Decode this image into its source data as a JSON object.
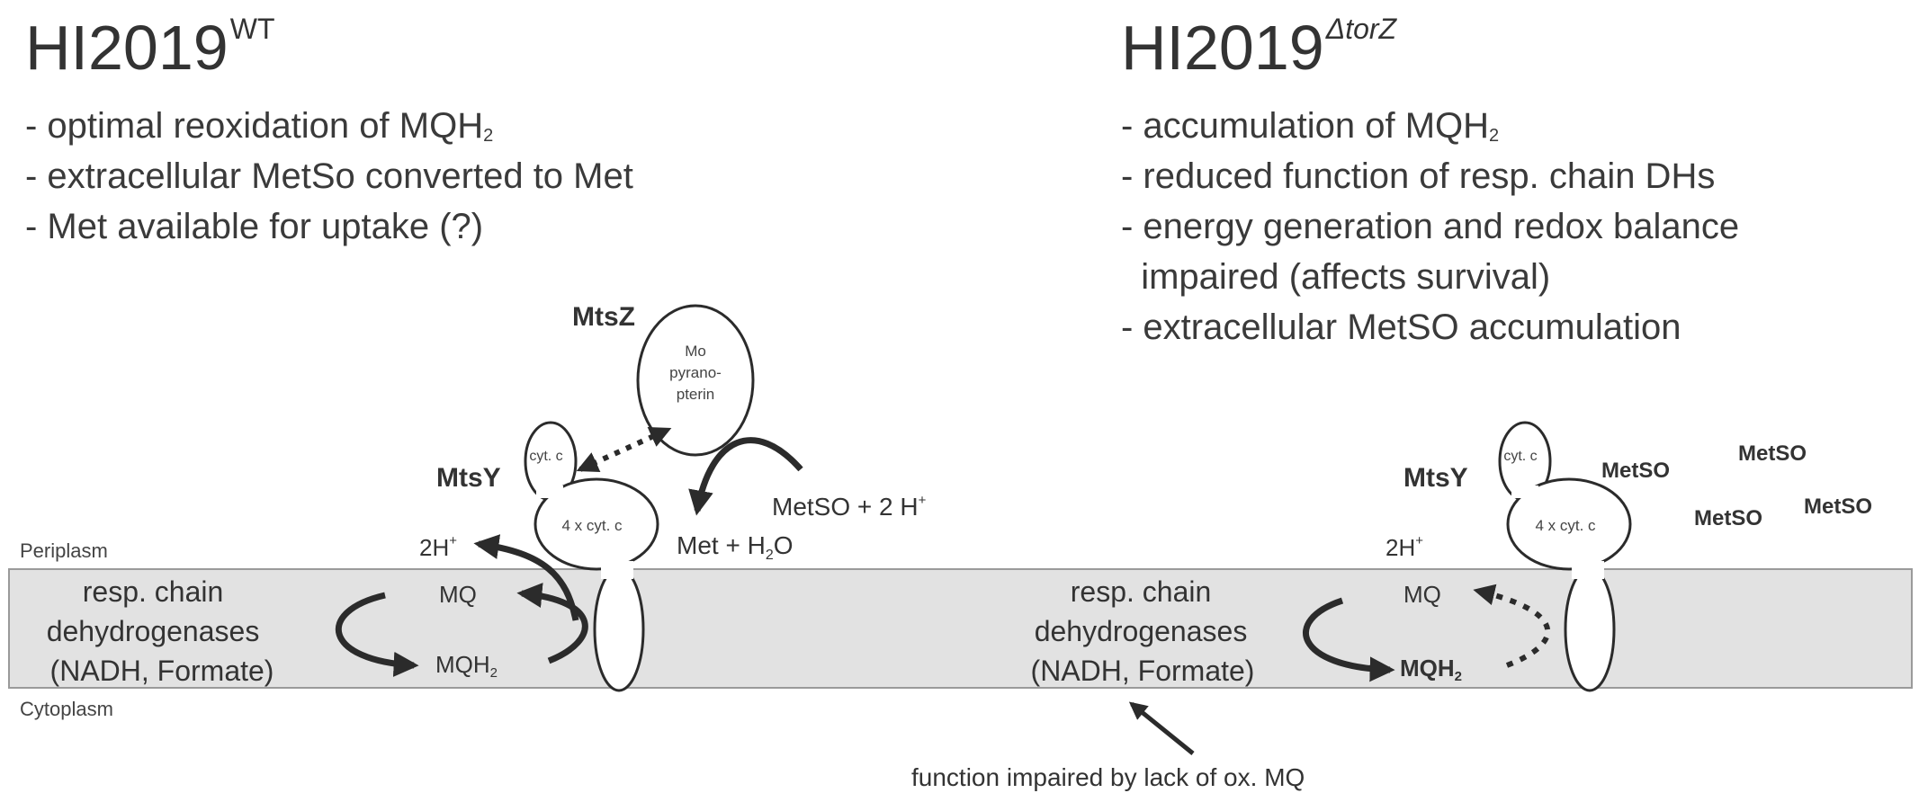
{
  "left_panel": {
    "title": "HI2019",
    "title_sup": "WT",
    "bullets": {
      "b1": "- optimal reoxidation of MQH",
      "b1_sub": "2",
      "b2": "- extracellular MetSo converted to Met",
      "b3": "- Met available for uptake (?)"
    },
    "labels": {
      "mtsz": "MtsZ",
      "mo_line1": "Mo",
      "mo_line2": "pyrano-",
      "mo_line3": "pterin",
      "mtsy": "MtsY",
      "cytc_small": "cyt. c",
      "cytc_4x": "4 x cyt. c",
      "metso_2h": "MetSO + 2 H",
      "metso_2h_sup": "+",
      "met_h2o_a": "Met + H",
      "met_h2o_sub": "2",
      "met_h2o_b": "O",
      "h2_a": "2H",
      "h2_sup": "+",
      "periplasm": "Periplasm",
      "cytoplasm": "Cytoplasm",
      "mq": "MQ",
      "mqh2": "MQH",
      "mqh2_sub": "2",
      "dh1": "resp. chain",
      "dh2": "dehydrogenases",
      "dh3": "(NADH, Formate)"
    }
  },
  "right_panel": {
    "title": "HI2019",
    "title_sup": "ΔtorZ",
    "bullets": {
      "b1": "- accumulation of MQH",
      "b1_sub": "2",
      "b2": "- reduced function of resp. chain DHs",
      "b3": "- energy generation and redox balance",
      "b4": "  impaired (affects survival)",
      "b5": "- extracellular MetSO accumulation"
    },
    "labels": {
      "mtsy": "MtsY",
      "cytc_small": "cyt. c",
      "cytc_4x": "4 x cyt. c",
      "metso": "MetSO",
      "h2_a": "2H",
      "h2_sup": "+",
      "mq": "MQ",
      "mqh2": "MQH",
      "mqh2_sub": "2",
      "dh1": "resp. chain",
      "dh2": "dehydrogenases",
      "dh3": "(NADH, Formate)",
      "impaired": "function impaired by lack of ox. MQ"
    }
  },
  "colors": {
    "membrane_fill": "#e2e2e2",
    "membrane_stroke": "#9a9a9a",
    "ink": "#2b2b2b",
    "text": "#3a3a3a"
  }
}
